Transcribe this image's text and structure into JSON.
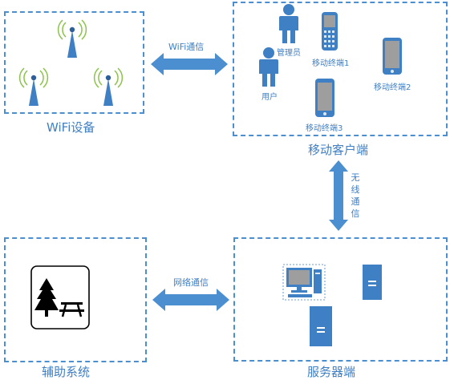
{
  "boxes": {
    "wifi": {
      "caption": "WiFi设备"
    },
    "mobile": {
      "caption": "移动客户端"
    },
    "aux": {
      "caption": "辅助系统"
    },
    "server": {
      "caption": "服务器端"
    }
  },
  "arrows": {
    "wifi_comm": "WiFi通信",
    "wireless": "无线通信",
    "network": "网络通信"
  },
  "mobile_items": {
    "admin": "管理员",
    "user": "用户",
    "terminal1": "移动终端1",
    "terminal2": "移动终端2",
    "terminal3": "移动终端3"
  },
  "colors": {
    "accent": "#4b8fd1",
    "icon": "#3f7fc4",
    "antenna_rays": "#8bc34a"
  }
}
